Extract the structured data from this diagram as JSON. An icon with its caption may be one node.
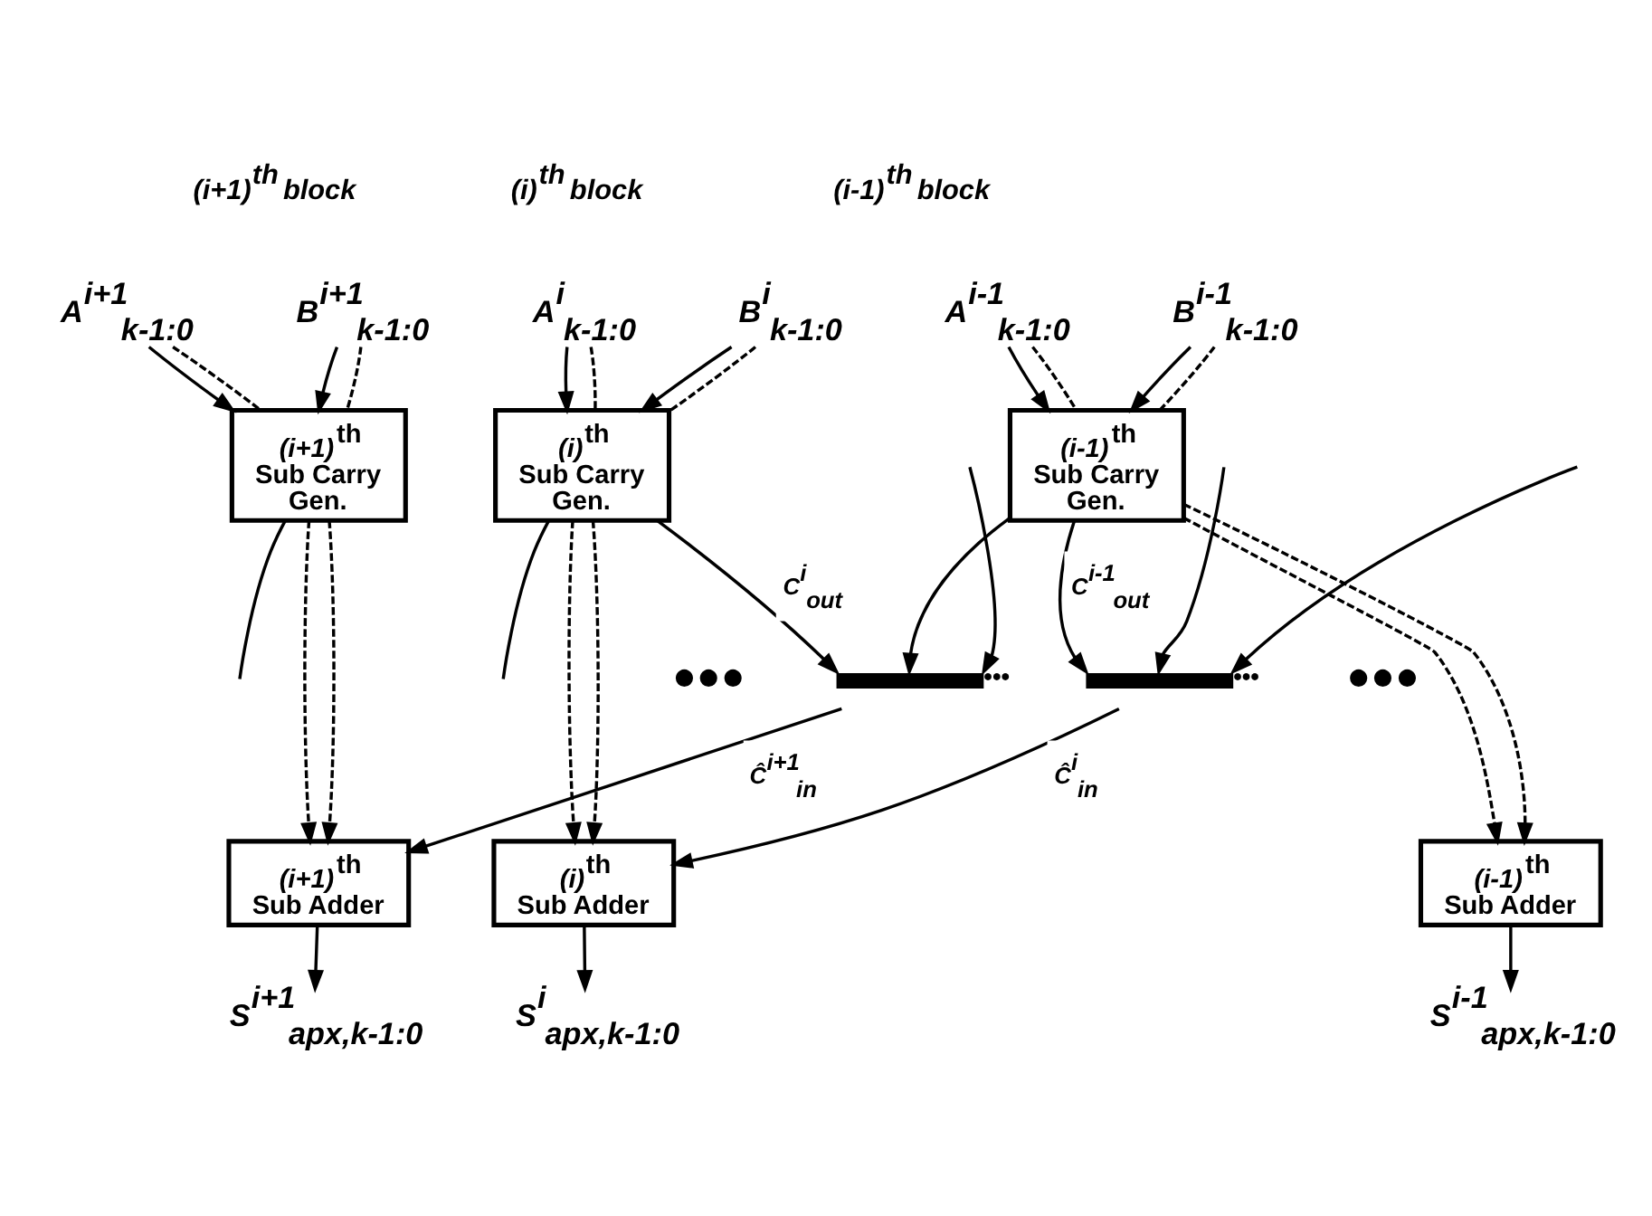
{
  "diagram": {
    "nodes": [
      {
        "text": [
          "A$^{i+1}$$_{k-1:0}$"
        ]
      },
      {
        "text": [
          "B$^{i+1}$$_{k-1:0}$"
        ]
      },
      {
        "text": [
          "A$^{i}$$_{k-1:0}$"
        ]
      },
      {
        "text": [
          "B$^{i}$$_{k-1:0}$"
        ]
      },
      {
        "text": [
          "A$^{i-1}$$_{k-1:0}$"
        ]
      },
      {
        "text": [
          "B$^{i-1}$$_{k-1:0}$"
        ]
      },
      {
        "text": [
          "*(i+1)*$^{th}$ Sub Carry Gen."
        ]
      },
      {
        "text": [
          "*(i)*$^{th}$ Sub Carry Gen."
        ]
      },
      {
        "text": [
          "*(i-1)*$^{th}$ Sub Carry Gen."
        ]
      },
      {
        "text": [],
        "shape": "bar",
        "beside": [
          "•••"
        ]
      },
      {
        "text": [],
        "shape": "bar",
        "beside": [
          "•••"
        ]
      },
      {
        "text": [
          "*(i+1)*$^{th}$ Sub Adder"
        ]
      },
      {
        "text": [
          "*(i)*$^{th}$ Sub Adder"
        ]
      },
      {
        "text": [
          "*(i-1)*$^{th}$ Sub Adder"
        ]
      },
      {
        "text": [
          "S$^{i+1}$$_{apx,k-1:0}$"
        ]
      },
      {
        "text": [
          "S$^{i}$$_{apx,k-1:0}$"
        ]
      },
      {
        "text": [
          "S$^{i-1}$$_{apx,k-1:0}$"
        ]
      }
    ],
    "edges": [
      {
        "from": 0,
        "to": 6,
        "arrow": "to"
      },
      {
        "from": 0,
        "to": 6,
        "arrow": "none",
        "style": "dashed"
      },
      {
        "from": 1,
        "to": 6,
        "arrow": "to"
      },
      {
        "from": 1,
        "to": 6,
        "arrow": "none",
        "style": "dashed"
      },
      {
        "from": 2,
        "to": 7,
        "arrow": "to"
      },
      {
        "from": 2,
        "to": 7,
        "arrow": "none",
        "style": "dashed"
      },
      {
        "from": 3,
        "to": 7,
        "arrow": "to"
      },
      {
        "from": 3,
        "to": 7,
        "arrow": "none",
        "style": "dashed"
      },
      {
        "from": 4,
        "to": 8,
        "arrow": "to"
      },
      {
        "from": 4,
        "to": 8,
        "arrow": "none",
        "style": "dashed"
      },
      {
        "from": 5,
        "to": 8,
        "arrow": "to"
      },
      {
        "from": 5,
        "to": 8,
        "arrow": "none",
        "style": "dashed"
      },
      {
        "from": 6,
        "to": null,
        "arrow": "none"
      },
      {
        "from": 6,
        "to": 11,
        "arrow": "to",
        "style": "dashed"
      },
      {
        "from": 6,
        "to": 11,
        "arrow": "to",
        "style": "dashed"
      },
      {
        "from": 7,
        "to": 12,
        "arrow": "to",
        "style": "dashed"
      },
      {
        "from": 7,
        "to": 12,
        "arrow": "to",
        "style": "dashed"
      },
      {
        "from": 8,
        "to": 13,
        "arrow": "to",
        "style": "dashed"
      },
      {
        "from": 8,
        "to": 13,
        "arrow": "to",
        "style": "dashed"
      },
      {
        "from": 7,
        "to": 9,
        "arrow": "to",
        "label": "C$^{i}$$_{out}$"
      },
      {
        "from": 7,
        "to": null,
        "arrow": "none"
      },
      {
        "from": 8,
        "to": 10,
        "arrow": "to",
        "label": "C$^{i-1}$$_{out}$"
      },
      {
        "from": 8,
        "to": 9,
        "arrow": "to"
      },
      {
        "from": null,
        "to": 10,
        "arrow": "to"
      },
      {
        "from": null,
        "to": 9,
        "arrow": "to"
      },
      {
        "from": null,
        "to": 10,
        "arrow": "to"
      },
      {
        "from": 9,
        "to": 11,
        "arrow": "to",
        "label": "Ĉ$^{i+1}$$_{in}$"
      },
      {
        "from": 10,
        "to": 12,
        "arrow": "to",
        "label": "Ĉ$^{i}$$_{in}$"
      },
      {
        "from": 11,
        "to": 14,
        "arrow": "to"
      },
      {
        "from": 12,
        "to": 15,
        "arrow": "to"
      },
      {
        "from": 13,
        "to": 16,
        "arrow": "to"
      }
    ],
    "labels": [
      "(i+1)$^{th}$ block",
      "(i)$^{th}$ block",
      "(i-1)$^{th}$ block",
      "●●●",
      "●●●"
    ]
  }
}
